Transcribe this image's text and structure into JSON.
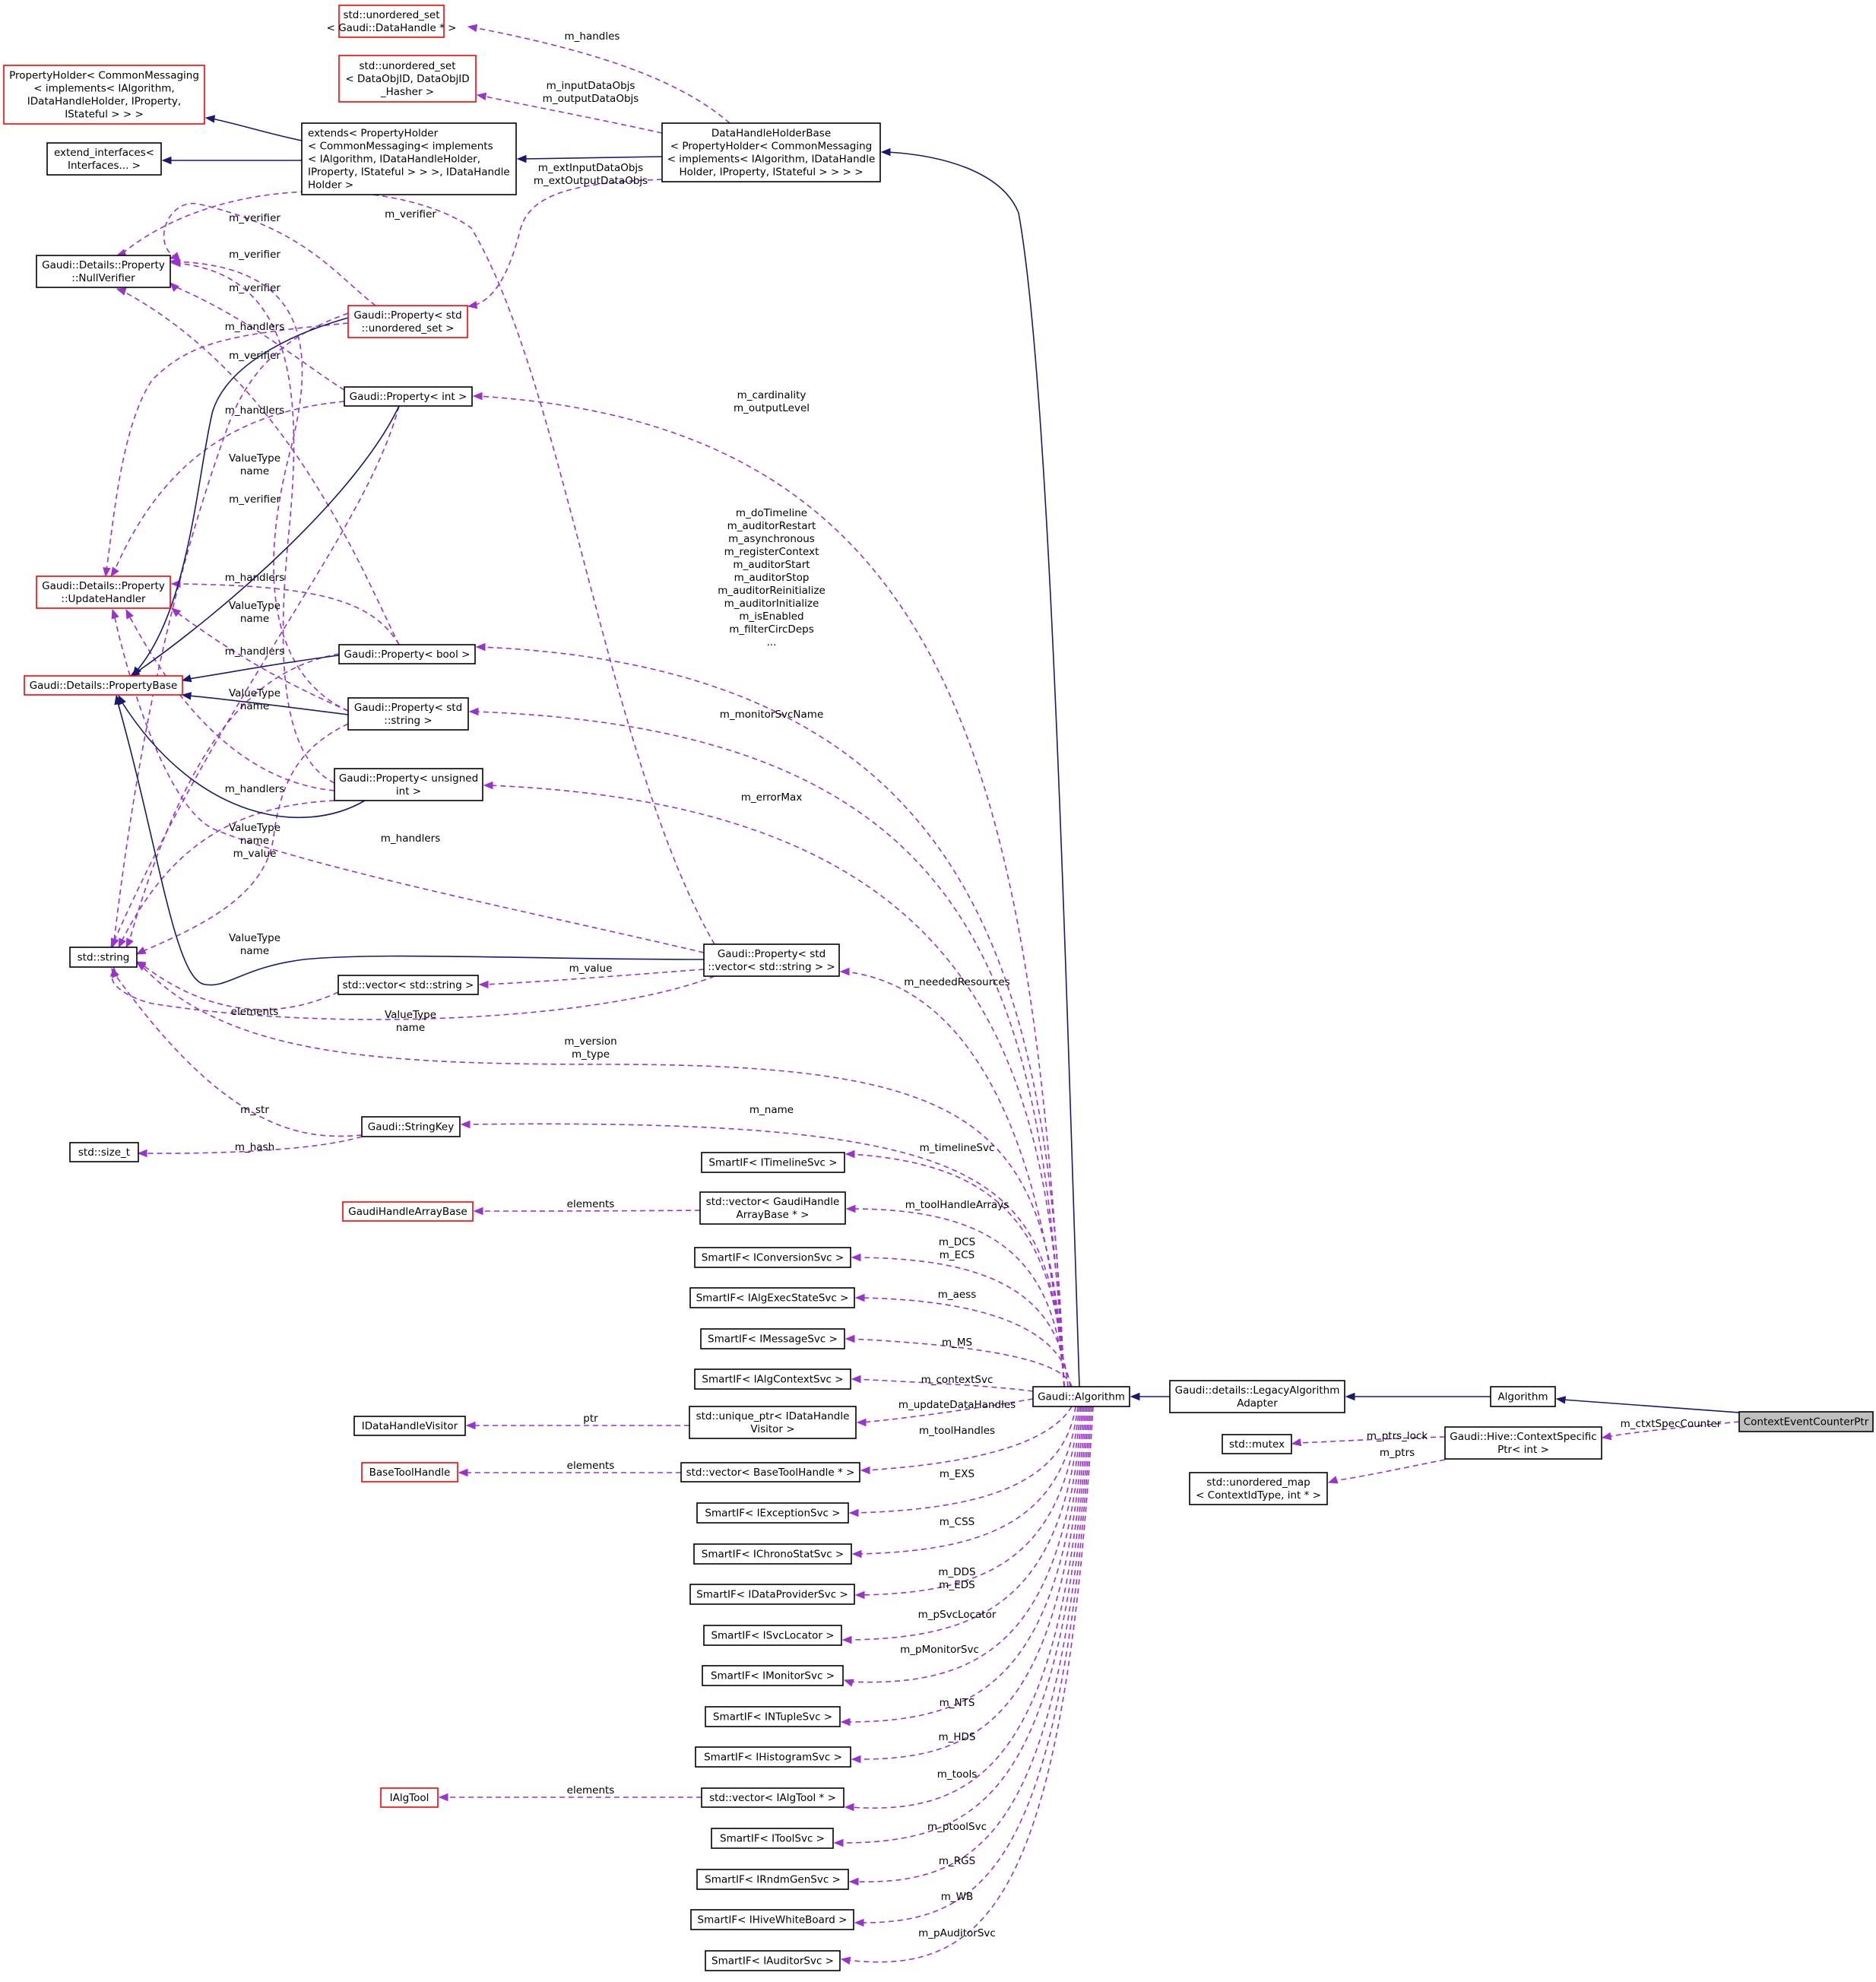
{
  "diagram": {
    "nodes": [
      {
        "id": "ctx",
        "lines": [
          "ContextEventCounterPtr"
        ],
        "focus": true
      },
      {
        "id": "algorithm",
        "lines": [
          "Algorithm"
        ]
      },
      {
        "id": "legacy",
        "lines": [
          "Gaudi::details::LegacyAlgorithm",
          "Adapter"
        ]
      },
      {
        "id": "gaudialg",
        "lines": [
          "Gaudi::Algorithm"
        ]
      },
      {
        "id": "hivectx",
        "lines": [
          "Gaudi::Hive::ContextSpecific",
          "Ptr< int >"
        ]
      },
      {
        "id": "mutex",
        "lines": [
          "std::mutex"
        ]
      },
      {
        "id": "umap",
        "lines": [
          "std::unordered_map",
          "< ContextIdType, int * >"
        ]
      },
      {
        "id": "dhhb",
        "lines": [
          "DataHandleHolderBase",
          "< PropertyHolder< CommonMessaging",
          "< implements< IAlgorithm, IDataHandle",
          "Holder, IProperty, IStateful > > > >"
        ]
      },
      {
        "id": "extends",
        "lines": [
          "extends< PropertyHolder",
          "< CommonMessaging< implements",
          "< IAlgorithm, IDataHandleHolder,",
          " IProperty, IStateful > > >, IDataHandle",
          "Holder >"
        ]
      },
      {
        "id": "propholder",
        "lines": [
          "PropertyHolder< CommonMessaging",
          "< implements< IAlgorithm,",
          " IDataHandleHolder, IProperty,",
          " IStateful > > >"
        ],
        "incomplete": true
      },
      {
        "id": "extifaces",
        "lines": [
          "extend_interfaces<",
          " Interfaces... >"
        ]
      },
      {
        "id": "useth",
        "lines": [
          "std::unordered_set",
          "< Gaudi::DataHandle * >"
        ],
        "incomplete": true
      },
      {
        "id": "usetobj",
        "lines": [
          "std::unordered_set",
          "< DataObjID, DataObjID",
          "_Hasher >"
        ],
        "incomplete": true
      },
      {
        "id": "nullverifier",
        "lines": [
          "Gaudi::Details::Property",
          "::NullVerifier"
        ]
      },
      {
        "id": "propuset",
        "lines": [
          "Gaudi::Property< std",
          "::unordered_set >"
        ],
        "incomplete": true
      },
      {
        "id": "propint",
        "lines": [
          "Gaudi::Property< int >"
        ]
      },
      {
        "id": "updatehandler",
        "lines": [
          "Gaudi::Details::Property",
          "::UpdateHandler"
        ],
        "incomplete": true
      },
      {
        "id": "propbase",
        "lines": [
          "Gaudi::Details::PropertyBase"
        ],
        "incomplete": true
      },
      {
        "id": "propbool",
        "lines": [
          "Gaudi::Property< bool >"
        ]
      },
      {
        "id": "propstr",
        "lines": [
          "Gaudi::Property< std",
          "::string >"
        ]
      },
      {
        "id": "propuint",
        "lines": [
          "Gaudi::Property< unsigned",
          " int >"
        ]
      },
      {
        "id": "stdstring",
        "lines": [
          "std::string"
        ]
      },
      {
        "id": "propvec",
        "lines": [
          "Gaudi::Property< std",
          "::vector< std::string > >"
        ]
      },
      {
        "id": "vecstr",
        "lines": [
          "std::vector< std::string >"
        ]
      },
      {
        "id": "stringkey",
        "lines": [
          "Gaudi::StringKey"
        ]
      },
      {
        "id": "sizet",
        "lines": [
          "std::size_t"
        ]
      },
      {
        "id": "timeline",
        "lines": [
          "SmartIF< ITimelineSvc >"
        ]
      },
      {
        "id": "gharray",
        "lines": [
          "GaudiHandleArrayBase"
        ],
        "incomplete": true
      },
      {
        "id": "vecgh",
        "lines": [
          "std::vector< GaudiHandle",
          "ArrayBase * >"
        ]
      },
      {
        "id": "conv",
        "lines": [
          "SmartIF< IConversionSvc >"
        ]
      },
      {
        "id": "algexec",
        "lines": [
          "SmartIF< IAlgExecStateSvc >"
        ]
      },
      {
        "id": "message",
        "lines": [
          "SmartIF< IMessageSvc >"
        ]
      },
      {
        "id": "algctx",
        "lines": [
          "SmartIF< IAlgContextSvc >"
        ]
      },
      {
        "id": "dhvisitor",
        "lines": [
          "IDataHandleVisitor"
        ]
      },
      {
        "id": "uniqueptr",
        "lines": [
          "std::unique_ptr< IDataHandle",
          "Visitor >"
        ]
      },
      {
        "id": "basetoolhandle",
        "lines": [
          "BaseToolHandle"
        ],
        "incomplete": true
      },
      {
        "id": "vecbth",
        "lines": [
          "std::vector< BaseToolHandle * >"
        ]
      },
      {
        "id": "exception",
        "lines": [
          "SmartIF< IExceptionSvc >"
        ]
      },
      {
        "id": "chrono",
        "lines": [
          "SmartIF< IChronoStatSvc >"
        ]
      },
      {
        "id": "dataprov",
        "lines": [
          "SmartIF< IDataProviderSvc >"
        ]
      },
      {
        "id": "svcloc",
        "lines": [
          "SmartIF< ISvcLocator >"
        ]
      },
      {
        "id": "monitor",
        "lines": [
          "SmartIF< IMonitorSvc >"
        ]
      },
      {
        "id": "ntuple",
        "lines": [
          "SmartIF< INTupleSvc >"
        ]
      },
      {
        "id": "histo",
        "lines": [
          "SmartIF< IHistogramSvc >"
        ]
      },
      {
        "id": "ialgtool",
        "lines": [
          "IAlgTool"
        ],
        "incomplete": true
      },
      {
        "id": "vecalgtool",
        "lines": [
          "std::vector< IAlgTool * >"
        ]
      },
      {
        "id": "toolsvc",
        "lines": [
          "SmartIF< IToolSvc >"
        ]
      },
      {
        "id": "rndm",
        "lines": [
          "SmartIF< IRndmGenSvc >"
        ]
      },
      {
        "id": "hivewb",
        "lines": [
          "SmartIF< IHiveWhiteBoard >"
        ]
      },
      {
        "id": "auditor",
        "lines": [
          "SmartIF< IAuditorSvc >"
        ]
      }
    ],
    "edges": [
      {
        "id": "e-ctx-hive",
        "kind": "usage",
        "labels": [
          "m_ctxtSpecCounter"
        ]
      },
      {
        "id": "e-hive-mutex",
        "kind": "usage",
        "labels": [
          "m_ptrs_lock"
        ]
      },
      {
        "id": "e-hive-umap",
        "kind": "usage",
        "labels": [
          "m_ptrs"
        ]
      },
      {
        "id": "e-dhhb-useth",
        "kind": "usage",
        "labels": [
          "m_handles"
        ]
      },
      {
        "id": "e-dhhb-usetobj",
        "kind": "usage",
        "labels": [
          "m_inputDataObjs",
          "m_outputDataObjs"
        ]
      },
      {
        "id": "e-dhhb-propuset",
        "kind": "usage",
        "labels": [
          "m_extInputDataObjs",
          "m_extOutputDataObjs"
        ]
      },
      {
        "id": "e-propuset-nv",
        "kind": "usage",
        "labels": [
          "m_verifier"
        ]
      },
      {
        "id": "e-propint-nv",
        "kind": "usage",
        "labels": [
          "m_verifier"
        ]
      },
      {
        "id": "e-propbool-nv",
        "kind": "usage",
        "labels": [
          "m_verifier"
        ]
      },
      {
        "id": "e-propstr-nv",
        "kind": "usage",
        "labels": [
          "m_verifier"
        ]
      },
      {
        "id": "e-propuint-nv",
        "kind": "usage",
        "labels": [
          "m_verifier"
        ]
      },
      {
        "id": "e-propvec-nv",
        "kind": "usage",
        "labels": [
          "m_verifier"
        ]
      },
      {
        "id": "e-propuset-uh",
        "kind": "usage",
        "labels": [
          "m_handlers"
        ]
      },
      {
        "id": "e-propint-uh",
        "kind": "usage",
        "labels": [
          "m_handlers"
        ]
      },
      {
        "id": "e-propbool-uh",
        "kind": "usage",
        "labels": [
          "m_handlers"
        ]
      },
      {
        "id": "e-propstr-uh",
        "kind": "usage",
        "labels": [
          "m_handlers"
        ]
      },
      {
        "id": "e-propuint-uh",
        "kind": "usage",
        "labels": [
          "m_handlers"
        ]
      },
      {
        "id": "e-propvec-uh",
        "kind": "usage",
        "labels": [
          "m_handlers"
        ]
      },
      {
        "id": "e-propuset-str",
        "kind": "usage",
        "labels": [
          "ValueType",
          "name"
        ]
      },
      {
        "id": "e-propint-str",
        "kind": "usage",
        "labels": [
          "ValueType",
          "name"
        ]
      },
      {
        "id": "e-propbool-str",
        "kind": "usage",
        "labels": [
          "ValueType",
          "name"
        ]
      },
      {
        "id": "e-propstr-str",
        "kind": "usage",
        "labels": [
          "ValueType",
          "name",
          "m_value"
        ]
      },
      {
        "id": "e-propuint-str",
        "kind": "usage",
        "labels": [
          "ValueType",
          "name"
        ]
      },
      {
        "id": "e-propvec-str",
        "kind": "usage",
        "labels": [
          "ValueType",
          "name"
        ]
      },
      {
        "id": "e-propvec-vecstr",
        "kind": "usage",
        "labels": [
          "m_value"
        ]
      },
      {
        "id": "e-vecstr-str",
        "kind": "usage",
        "labels": [
          "elements"
        ]
      },
      {
        "id": "e-stringkey-str",
        "kind": "usage",
        "labels": [
          "m_str"
        ]
      },
      {
        "id": "e-stringkey-sizet",
        "kind": "usage",
        "labels": [
          "m_hash"
        ]
      },
      {
        "id": "e-vecgh-gharray",
        "kind": "usage",
        "labels": [
          "elements"
        ]
      },
      {
        "id": "e-uniqueptr-dhv",
        "kind": "usage",
        "labels": [
          "ptr"
        ]
      },
      {
        "id": "e-vecbth-bth",
        "kind": "usage",
        "labels": [
          "elements"
        ]
      },
      {
        "id": "e-vecat-iat",
        "kind": "usage",
        "labels": [
          "elements"
        ]
      },
      {
        "id": "e-ga-propint",
        "kind": "usage",
        "labels": [
          "m_cardinality",
          "m_outputLevel"
        ]
      },
      {
        "id": "e-ga-propbool",
        "kind": "usage",
        "labels": [
          "m_doTimeline",
          "m_auditorRestart",
          "m_asynchronous",
          "m_registerContext",
          "m_auditorStart",
          "m_auditorStop",
          "m_auditorReinitialize",
          "m_auditorInitialize",
          "m_isEnabled",
          "m_filterCircDeps",
          "..."
        ]
      },
      {
        "id": "e-ga-propstr",
        "kind": "usage",
        "labels": [
          "m_monitorSvcName"
        ]
      },
      {
        "id": "e-ga-propuint",
        "kind": "usage",
        "labels": [
          "m_errorMax"
        ]
      },
      {
        "id": "e-ga-propvec",
        "kind": "usage",
        "labels": [
          "m_neededResources"
        ]
      },
      {
        "id": "e-ga-str",
        "kind": "usage",
        "labels": [
          "m_version",
          "m_type"
        ]
      },
      {
        "id": "e-ga-stringkey",
        "kind": "usage",
        "labels": [
          "m_name"
        ]
      },
      {
        "id": "e-ga-timeline",
        "kind": "usage",
        "labels": [
          "m_timelineSvc"
        ]
      },
      {
        "id": "e-ga-vecgh",
        "kind": "usage",
        "labels": [
          "m_toolHandleArrays"
        ]
      },
      {
        "id": "e-ga-conv",
        "kind": "usage",
        "labels": [
          "m_DCS",
          "m_ECS"
        ]
      },
      {
        "id": "e-ga-algexec",
        "kind": "usage",
        "labels": [
          "m_aess"
        ]
      },
      {
        "id": "e-ga-message",
        "kind": "usage",
        "labels": [
          "m_MS"
        ]
      },
      {
        "id": "e-ga-algctx",
        "kind": "usage",
        "labels": [
          "m_contextSvc"
        ]
      },
      {
        "id": "e-ga-uniqueptr",
        "kind": "usage",
        "labels": [
          "m_updateDataHandles"
        ]
      },
      {
        "id": "e-ga-vecbth",
        "kind": "usage",
        "labels": [
          "m_toolHandles"
        ]
      },
      {
        "id": "e-ga-exception",
        "kind": "usage",
        "labels": [
          "m_EXS"
        ]
      },
      {
        "id": "e-ga-chrono",
        "kind": "usage",
        "labels": [
          "m_CSS"
        ]
      },
      {
        "id": "e-ga-dataprov",
        "kind": "usage",
        "labels": [
          "m_DDS",
          "m_EDS"
        ]
      },
      {
        "id": "e-ga-svcloc",
        "kind": "usage",
        "labels": [
          "m_pSvcLocator"
        ]
      },
      {
        "id": "e-ga-monitor",
        "kind": "usage",
        "labels": [
          "m_pMonitorSvc"
        ]
      },
      {
        "id": "e-ga-ntuple",
        "kind": "usage",
        "labels": [
          "m_NTS"
        ]
      },
      {
        "id": "e-ga-histo",
        "kind": "usage",
        "labels": [
          "m_HDS"
        ]
      },
      {
        "id": "e-ga-vecalgtool",
        "kind": "usage",
        "labels": [
          "m_tools"
        ]
      },
      {
        "id": "e-ga-toolsvc",
        "kind": "usage",
        "labels": [
          "m_ptoolSvc"
        ]
      },
      {
        "id": "e-ga-rndm",
        "kind": "usage",
        "labels": [
          "m_RGS"
        ]
      },
      {
        "id": "e-ga-hivewb",
        "kind": "usage",
        "labels": [
          "m_WB"
        ]
      },
      {
        "id": "e-ga-auditor",
        "kind": "usage",
        "labels": [
          "m_pAuditorSvc"
        ]
      },
      {
        "id": "e-ctx-algorithm",
        "kind": "inherit",
        "labels": []
      },
      {
        "id": "e-algorithm-legacy",
        "kind": "inherit",
        "labels": []
      },
      {
        "id": "e-legacy-ga",
        "kind": "inherit",
        "labels": []
      },
      {
        "id": "e-ga-dhhb",
        "kind": "inherit",
        "labels": []
      },
      {
        "id": "e-dhhb-extends",
        "kind": "inherit",
        "labels": []
      },
      {
        "id": "e-extends-propholder",
        "kind": "inherit",
        "labels": []
      },
      {
        "id": "e-extends-extifaces",
        "kind": "inherit",
        "labels": []
      },
      {
        "id": "e-propuset-pb",
        "kind": "inherit",
        "labels": []
      },
      {
        "id": "e-propint-pb",
        "kind": "inherit",
        "labels": []
      },
      {
        "id": "e-propbool-pb",
        "kind": "inherit",
        "labels": []
      },
      {
        "id": "e-propstr-pb",
        "kind": "inherit",
        "labels": []
      },
      {
        "id": "e-propuint-pb",
        "kind": "inherit",
        "labels": []
      },
      {
        "id": "e-propvec-pb",
        "kind": "inherit",
        "labels": []
      }
    ]
  }
}
